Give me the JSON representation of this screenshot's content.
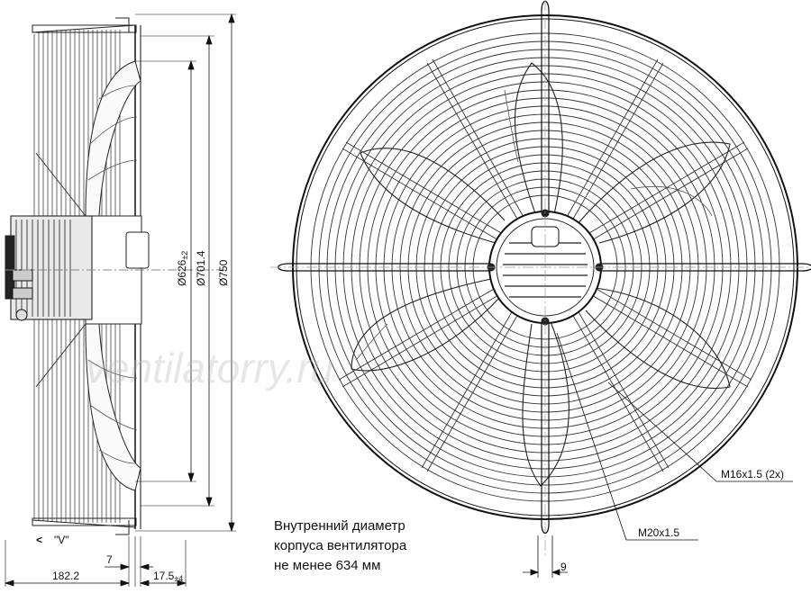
{
  "dimensions": {
    "d_626": "Ø626",
    "d_626_tol": "±2",
    "d_701": "Ø701.4",
    "d_750": "Ø750",
    "len_182": "182.2",
    "len_7": "7",
    "len_17": "17.5",
    "len_17_tol": "±4",
    "len_9": "9"
  },
  "view_label": "\"V\"",
  "view_arrow": "<",
  "callouts": {
    "m16": "M16x1.5 (2x)",
    "m20": "M20x1.5"
  },
  "note": {
    "line1": "Внутренний диаметр",
    "line2": "корпуса вентилятора",
    "line3": "не менее 634 мм"
  },
  "watermark": "ventilatorry.ru"
}
